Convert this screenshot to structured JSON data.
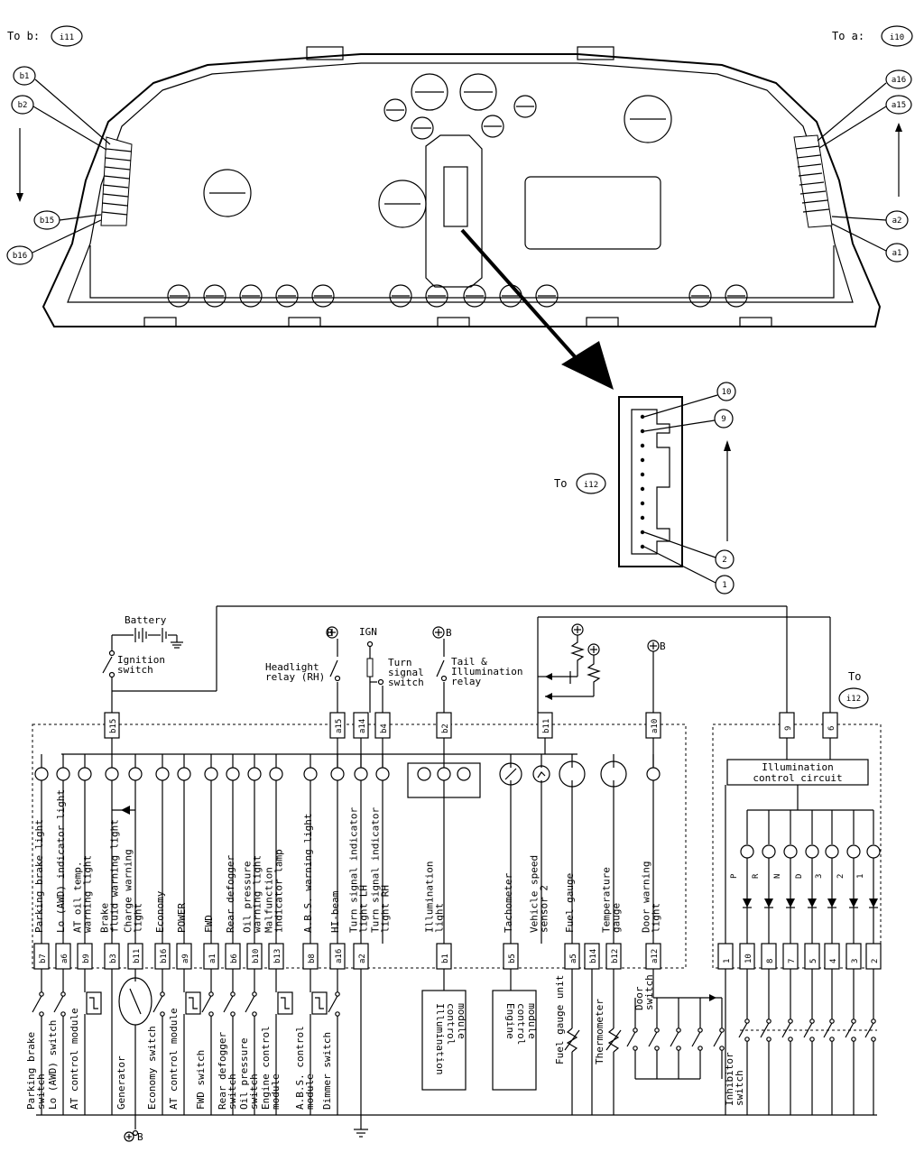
{
  "cluster_refs": {
    "to_b": "To b:",
    "to_b_ref": "i11",
    "to_a": "To a:",
    "to_a_ref": "i10",
    "to_c": "To",
    "to_c_ref": "i12",
    "to_c2": "To",
    "to_c2_ref": "i12"
  },
  "callouts_left": [
    "b1",
    "b2",
    "b15",
    "b16"
  ],
  "callouts_right": [
    "a16",
    "a15",
    "a2",
    "a1"
  ],
  "connector_pins": [
    "10",
    "9",
    "2",
    "1"
  ],
  "supply": {
    "battery": "Battery",
    "ignition": "Ignition",
    "ignition2": "switch",
    "plus_b": "B",
    "ign": "IGN",
    "headlight1": "Headlight",
    "headlight2": "relay (RH)",
    "turn1": "Turn",
    "turn2": "signal",
    "turn3": "switch",
    "tail1": "Tail &",
    "tail2": "Illumination",
    "tail3": "relay"
  },
  "top_terminals": [
    "b15",
    "a15",
    "a14",
    "b4",
    "b2",
    "b11",
    "a10",
    "9",
    "6"
  ],
  "lamps": [
    {
      "lines": [
        "Parking brake light"
      ]
    },
    {
      "lines": [
        "Lo (AWD) indicator light"
      ]
    },
    {
      "lines": [
        "AT oil temp.",
        "warning light"
      ]
    },
    {
      "lines": [
        "Brake",
        "fluid warning light"
      ]
    },
    {
      "lines": [
        "Charge warning",
        "light"
      ]
    },
    {
      "lines": [
        "Economy"
      ]
    },
    {
      "lines": [
        "POWER"
      ]
    },
    {
      "lines": [
        "FWD"
      ]
    },
    {
      "lines": [
        "Rear defogger"
      ]
    },
    {
      "lines": [
        "Oil pressure",
        "warning light"
      ]
    },
    {
      "lines": [
        "Malfunction",
        "indicator lamp"
      ]
    },
    {
      "lines": [
        "A.B.S. warning light"
      ]
    },
    {
      "lines": [
        "HI-beam"
      ]
    },
    {
      "lines": [
        "Turn signal indicator",
        "light LH"
      ]
    },
    {
      "lines": [
        "Turn signal indicator",
        "light RH"
      ]
    },
    {
      "lines": [
        "Illumination",
        "light"
      ]
    },
    {
      "lines": [
        "Tachometer"
      ]
    },
    {
      "lines": [
        "Vehicle speed",
        "sensor 2"
      ]
    },
    {
      "lines": [
        "Fuel gauge"
      ]
    },
    {
      "lines": [
        "Temperature",
        "gauge"
      ]
    },
    {
      "lines": [
        "Door warning",
        "light"
      ]
    }
  ],
  "bottom_terminals": [
    "b7",
    "a6",
    "b9",
    "b3",
    "b11",
    "b16",
    "a9",
    "a1",
    "b6",
    "b10",
    "b13",
    "b8",
    "a16",
    "a2",
    "b1",
    "b5",
    "a5",
    "b14",
    "b12",
    "a12",
    "1",
    "10",
    "8",
    "7",
    "5",
    "4",
    "3",
    "2"
  ],
  "switches": [
    {
      "lines": [
        "Parking brake",
        "switch"
      ]
    },
    {
      "lines": [
        "Lo (AWD) switch"
      ]
    },
    {
      "lines": [
        "AT control module"
      ]
    },
    {
      "lines": [
        "Generator"
      ]
    },
    {
      "lines": [
        "Economy switch"
      ]
    },
    {
      "lines": [
        "AT control module"
      ]
    },
    {
      "lines": [
        "FWD switch"
      ]
    },
    {
      "lines": [
        "Rear defogger",
        "switch"
      ]
    },
    {
      "lines": [
        "Oil pressure",
        "switch"
      ]
    },
    {
      "lines": [
        "Engine control",
        "module"
      ]
    },
    {
      "lines": [
        "A.B.S. control",
        "module"
      ]
    },
    {
      "lines": [
        "Dimmer switch"
      ]
    },
    {
      "lines": [
        "Fuel gauge unit"
      ]
    },
    {
      "lines": [
        "Thermometer"
      ]
    },
    {
      "lines": [
        "Door",
        "switch"
      ]
    },
    {
      "lines": [
        "Inhibitor",
        "switch"
      ]
    }
  ],
  "modules": {
    "illum1": "Illumination",
    "illum2": "control",
    "illum3": "module",
    "ecm1": "Engine",
    "ecm2": "control",
    "ecm3": "module",
    "icc1": "Illumination",
    "icc2": "control circuit"
  },
  "gears": [
    "P",
    "R",
    "N",
    "D",
    "3",
    "2",
    "1"
  ],
  "ground_b": "B"
}
